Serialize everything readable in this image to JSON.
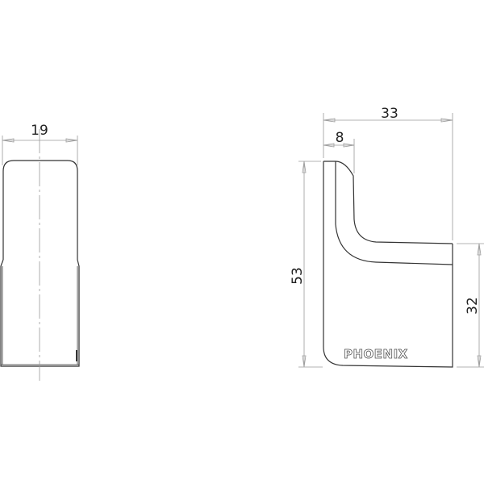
{
  "drawing": {
    "type": "technical-drawing",
    "subject": "wall hook",
    "brand_label": "PHOENIX",
    "line_color": "#333333",
    "dimension_color": "#8a8a8a"
  },
  "front_view": {
    "width_dim": "19"
  },
  "side_view": {
    "overall_depth_dim": "33",
    "arm_thickness_dim": "8",
    "overall_height_dim": "53",
    "base_height_dim": "32"
  }
}
